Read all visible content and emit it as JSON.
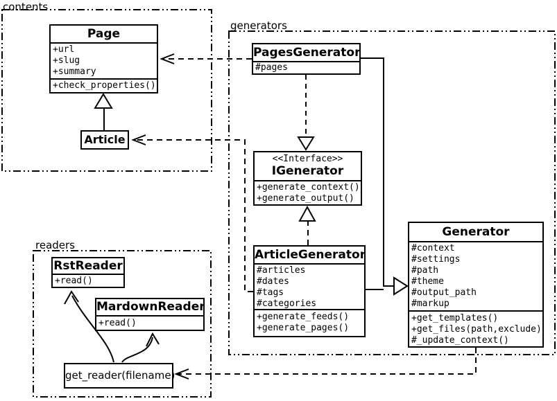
{
  "diagram": {
    "background_color": "#ffffff",
    "line_color": "#000000",
    "text_color": "#000000"
  },
  "packages": {
    "contents": {
      "label": "contents"
    },
    "generators": {
      "label": "generators"
    },
    "readers": {
      "label": "readers"
    }
  },
  "classes": {
    "page": {
      "title": "Page",
      "attributes": [
        "+url",
        "+slug",
        "+summary"
      ],
      "methods": [
        "+check_properties()"
      ]
    },
    "article": {
      "title": "Article"
    },
    "pages_generator": {
      "title": "PagesGenerator",
      "attributes": [
        "#pages"
      ]
    },
    "igenerator": {
      "stereotype": "<<Interface>>",
      "title": "IGenerator",
      "methods": [
        "+generate_context()",
        "+generate_output()"
      ]
    },
    "article_generator": {
      "title": "ArticleGenerator",
      "attributes": [
        "#articles",
        "#dates",
        "#tags",
        "#categories"
      ],
      "methods": [
        "+generate_feeds()",
        "+generate_pages()"
      ]
    },
    "generator": {
      "title": "Generator",
      "attributes": [
        "#context",
        "#settings",
        "#path",
        "#theme",
        "#output_path",
        "#markup"
      ],
      "methods": [
        "+get_templates()",
        "+get_files(path,exclude)",
        "#_update_context()"
      ]
    },
    "rst_reader": {
      "title": "RstReader",
      "methods": [
        "+read()"
      ]
    },
    "mardown_reader": {
      "title": "MardownReader",
      "methods": [
        "+read()"
      ]
    },
    "get_reader": {
      "label": "get_reader(filename)"
    }
  },
  "relations": {
    "article_extends_page": "generalization",
    "pagesgenerator_implements_igenerator": "realization",
    "articlegenerator_implements_igenerator": "realization",
    "generators_extend_generator": "generalization",
    "pagesgenerator_uses_page": "dependency",
    "articlegenerator_uses_article": "dependency",
    "generator_uses_get_reader": "dependency",
    "get_reader_returns_rstreader": "association",
    "get_reader_returns_mardownreader": "association"
  }
}
